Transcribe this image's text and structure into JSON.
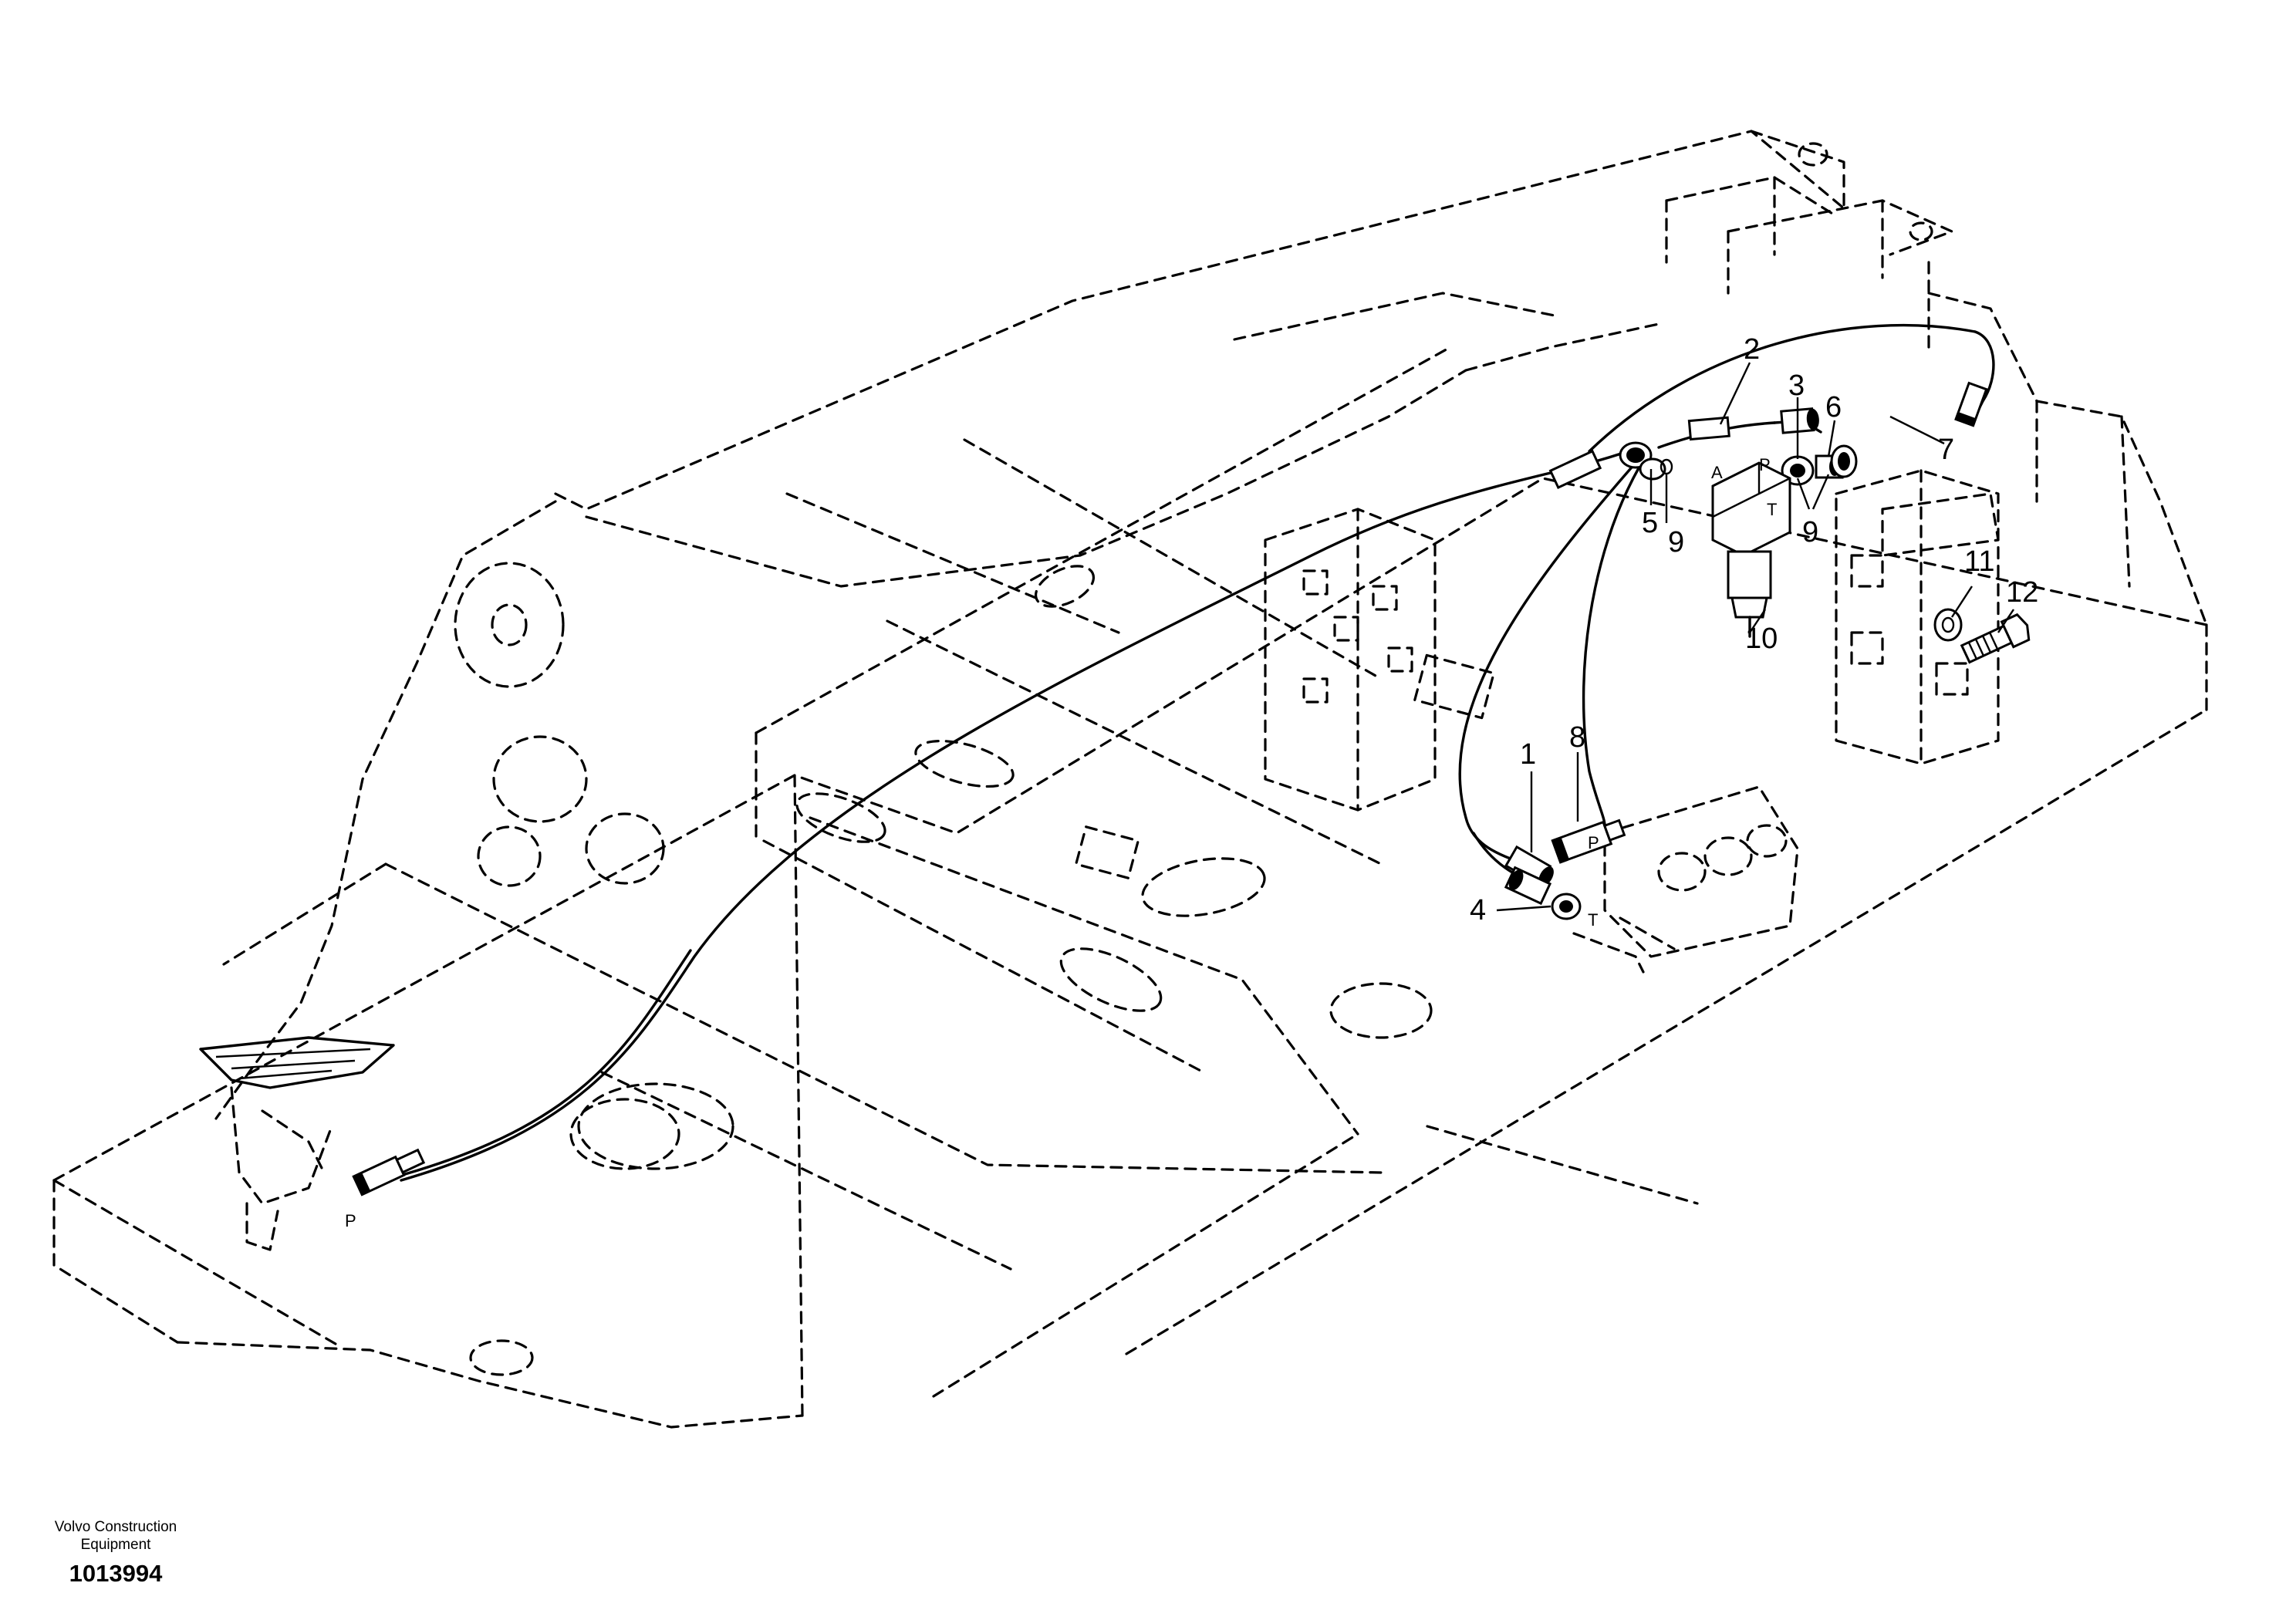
{
  "drawing": {
    "brand_text": "Volvo Construction Equipment",
    "document_number": "1013994",
    "callouts": [
      "1",
      "2",
      "3",
      "4",
      "5",
      "6",
      "7",
      "8",
      "9",
      "9",
      "10",
      "11",
      "12"
    ],
    "port_labels": [
      "P",
      "A",
      "P",
      "T",
      "P",
      "T"
    ]
  }
}
